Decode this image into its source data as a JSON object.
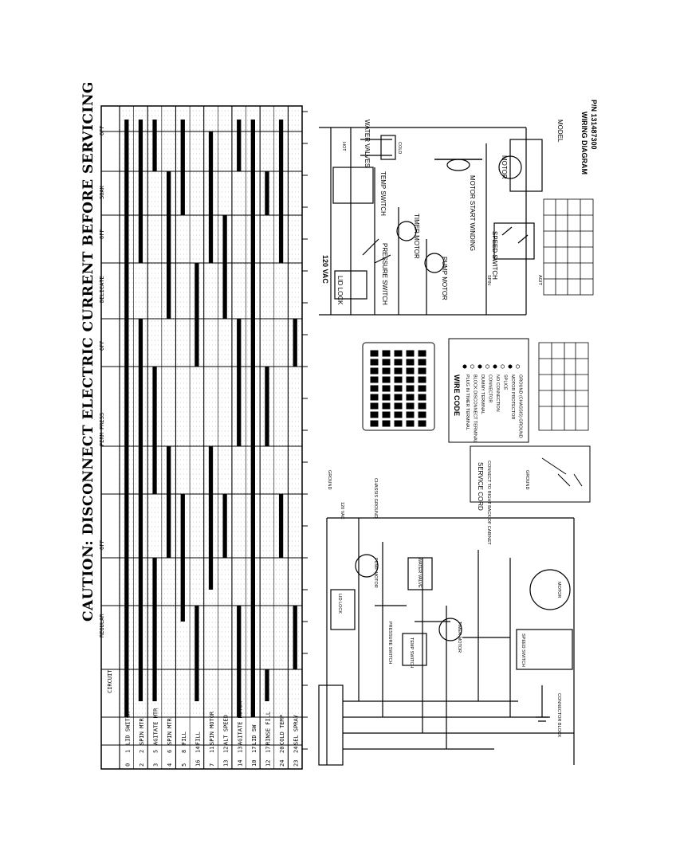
{
  "caution": "CAUTION: DISCONNECT ELECTRIC CURRENT BEFORE SERVICING",
  "timer_chart": {
    "row_numbers": [
      "0",
      "2",
      "3",
      "4",
      "5",
      "16",
      "7",
      "13",
      "14",
      "10",
      "12",
      "24",
      "23"
    ],
    "row_numbers_b": [
      "1",
      "2",
      "5",
      "6",
      "8",
      "14",
      "11",
      "12",
      "13",
      "17",
      "17",
      "20",
      "24"
    ],
    "circuits": [
      "LID SWITCH",
      "SPIN MTR",
      "AGITATE MTR",
      "SPIN MTR",
      "FILL",
      "FILL",
      "SPIN MOTOR",
      "ALT SPEED",
      "AGITATE MOTOR",
      "LID SW",
      "RINSE FILL",
      "COLD TEMP",
      "SEL SPRAY"
    ],
    "headers": [
      "CIRCUIT",
      "REGULAR",
      "OFF",
      "PERM PRESS",
      "OFF",
      "DELICATE",
      "OFF",
      "SOAK",
      "OFF"
    ]
  },
  "schematic": {
    "voltage": "120 VAC",
    "labels": [
      "LID LOCK",
      "PRESSURE SWITCH",
      "TIMER MOTOR",
      "PUMP MOTOR",
      "WATER VALVES",
      "TEMP SWITCH",
      "COLD",
      "HOT",
      "MOTOR START WINDING",
      "MOTOR",
      "SPEED SWITCH",
      "SPIN",
      "AGIT"
    ]
  },
  "legend": {
    "title": "WIRE CODE",
    "items": [
      "PLUG IN TIMER TERMINAL",
      "BLOCK DISCONNECT TERMINAL",
      "DUMMY TERMINAL",
      "CONNECTOR",
      "NO CONNECTION",
      "SPLICE",
      "MOTOR PROTECTOR",
      "GROUND (CHASSIS) GROUND"
    ]
  },
  "notes": [
    "SERVICE CORD",
    "GROUND",
    "CONNECT TO RIGHT BACK OF CABINET"
  ],
  "title_block": {
    "lines": [
      "MODEL",
      "WIRING DIAGRAM",
      "P/N 131487300"
    ]
  },
  "wiring": {
    "labels": [
      "GROUND",
      "LID LOCK",
      "PUMP MOTOR",
      "TIMER MOTOR",
      "WATER VALVE",
      "TEMP SWITCH",
      "MOTOR",
      "SPEED SWITCH",
      "PRESSURE SWITCH",
      "120 VAC",
      "CHASSIS GROUND",
      "CONNECTOR BLOCK"
    ]
  }
}
